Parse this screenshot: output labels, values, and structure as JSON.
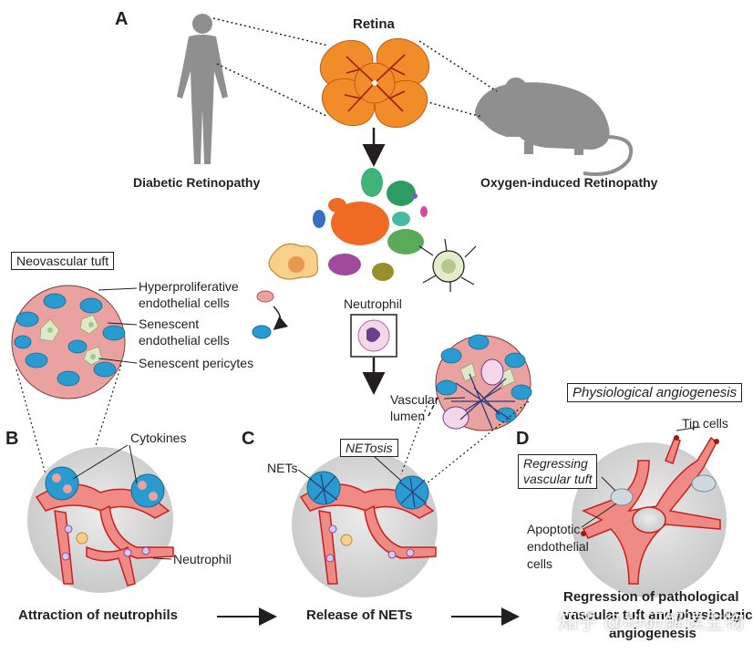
{
  "colors": {
    "vessel": "#f08a85",
    "vessel_edge": "#c8201f",
    "gray_figure": "#8f8f8f",
    "retina": "#f18c2a",
    "endothelial": "#e9a2a0",
    "blue_cell": "#2a9bd0",
    "senescent": "#dfe8c9",
    "net": "#2d3a7a"
  },
  "icons": [
    "human-figure-icon",
    "mouse-icon",
    "retina-icon",
    "neutrophil-icon",
    "macrophage-icon",
    "microglia-icon"
  ],
  "panel_a": {
    "letter": "A",
    "retina_label": "Retina",
    "left_label": "Diabetic Retinopathy",
    "right_label": "Oxygen-induced Retinopathy",
    "neutrophil_label": "Neutrophil"
  },
  "tuft": {
    "title": "Neovascular tuft",
    "hyper_l1": "Hyperproliferative",
    "hyper_l2": "endothelial cells",
    "sen_l1": "Senescent",
    "sen_l2": "endothelial cells",
    "pericytes": "Senescent pericytes"
  },
  "panel_b": {
    "letter": "B",
    "cytokines": "Cytokines",
    "neutrophil": "Neutrophil",
    "caption": "Attraction of neutrophils"
  },
  "panel_c": {
    "letter": "C",
    "netosis": "NETosis",
    "nets": "NETs",
    "vascular": "Vascular",
    "lumen": "lumen",
    "caption": "Release of NETs"
  },
  "panel_d": {
    "letter": "D",
    "physiological": "Physiological angiogenesis",
    "tip_cells": "Tip cells",
    "regressing_l1": "Regressing",
    "regressing_l2": "vascular tuft",
    "apoptotic_l1": "Apoptotic",
    "apoptotic_l2": "endothelial",
    "apoptotic_l3": "cells",
    "caption_l1": "Regression of pathological",
    "caption_l2": "vascular tuft and physiological",
    "caption_l3": "angiogenesis"
  },
  "watermark": "知乎 @科研解读生物"
}
